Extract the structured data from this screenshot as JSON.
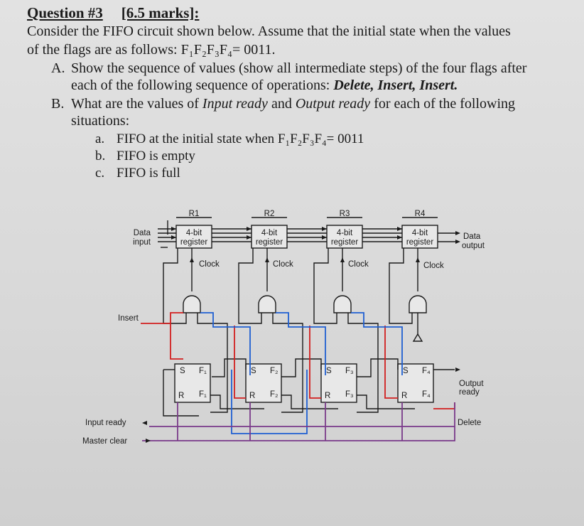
{
  "question": {
    "number": "Question #3",
    "marks": "[6.5 marks]:",
    "intro_line1": "Consider the FIFO circuit shown below. Assume that the initial state when the values",
    "intro_line2": "of the flags are as follows: F₁F₂F₃F₄= 0011.",
    "partA": {
      "label": "A.",
      "line1": "Show the sequence of values (show all intermediate steps) of the four flags after",
      "line2_prefix": "each of the following sequence of operations: ",
      "line2_ops": "Delete, Insert, Insert."
    },
    "partB": {
      "label": "B.",
      "line1_a": "What are the values of ",
      "line1_b": "Input ready",
      "line1_c": " and ",
      "line1_d": "Output ready",
      "line1_e": " for each of the following",
      "line2": "situations:",
      "items": [
        {
          "label": "a.",
          "text": "FIFO at the initial state when F₁F₂F₃F₄= 0011"
        },
        {
          "label": "b.",
          "text": "FIFO is empty"
        },
        {
          "label": "c.",
          "text": "FIFO is full"
        }
      ]
    }
  },
  "diagram": {
    "registers": [
      "R1",
      "R2",
      "R3",
      "R4"
    ],
    "register_line1": "4-bit",
    "register_line2": "register",
    "clock": "Clock",
    "data_input": [
      "Data",
      "input"
    ],
    "data_output": [
      "Data",
      "output"
    ],
    "insert": "Insert",
    "flags": [
      {
        "s": "S",
        "r": "R",
        "q": "F₁",
        "qbar": "F₁"
      },
      {
        "s": "S",
        "r": "R",
        "q": "F₂",
        "qbar": "F₂"
      },
      {
        "s": "S",
        "r": "R",
        "q": "F₃",
        "qbar": "F₃"
      },
      {
        "s": "S",
        "r": "R",
        "q": "F₄",
        "qbar": "F₄"
      }
    ],
    "output_ready": [
      "Output",
      "ready"
    ],
    "input_ready": "Input ready",
    "master_clear": "Master clear",
    "delete": "Delete",
    "colors": {
      "red": "#d21f1f",
      "blue": "#1f5fd2",
      "purple": "#7a3a8a",
      "wire": "#1a1a1a"
    }
  }
}
